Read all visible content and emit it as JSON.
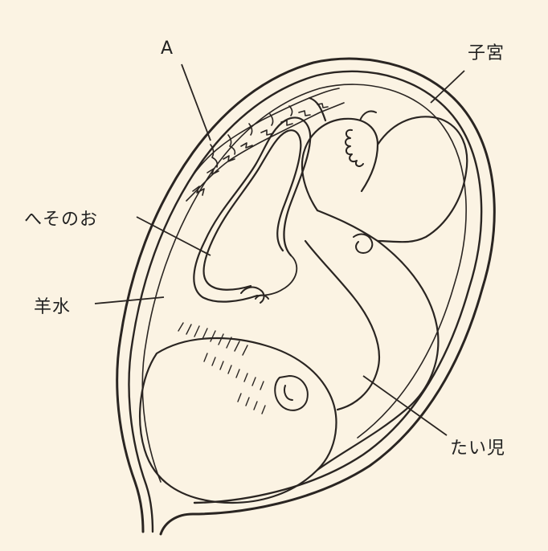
{
  "labels": {
    "a": "A",
    "uterus": "子宮",
    "umbilical_cord": "へそのお",
    "amniotic_fluid": "羊水",
    "fetus": "たい児"
  },
  "colors": {
    "background": "#fbf3e3",
    "ink": "#2a2522"
  }
}
